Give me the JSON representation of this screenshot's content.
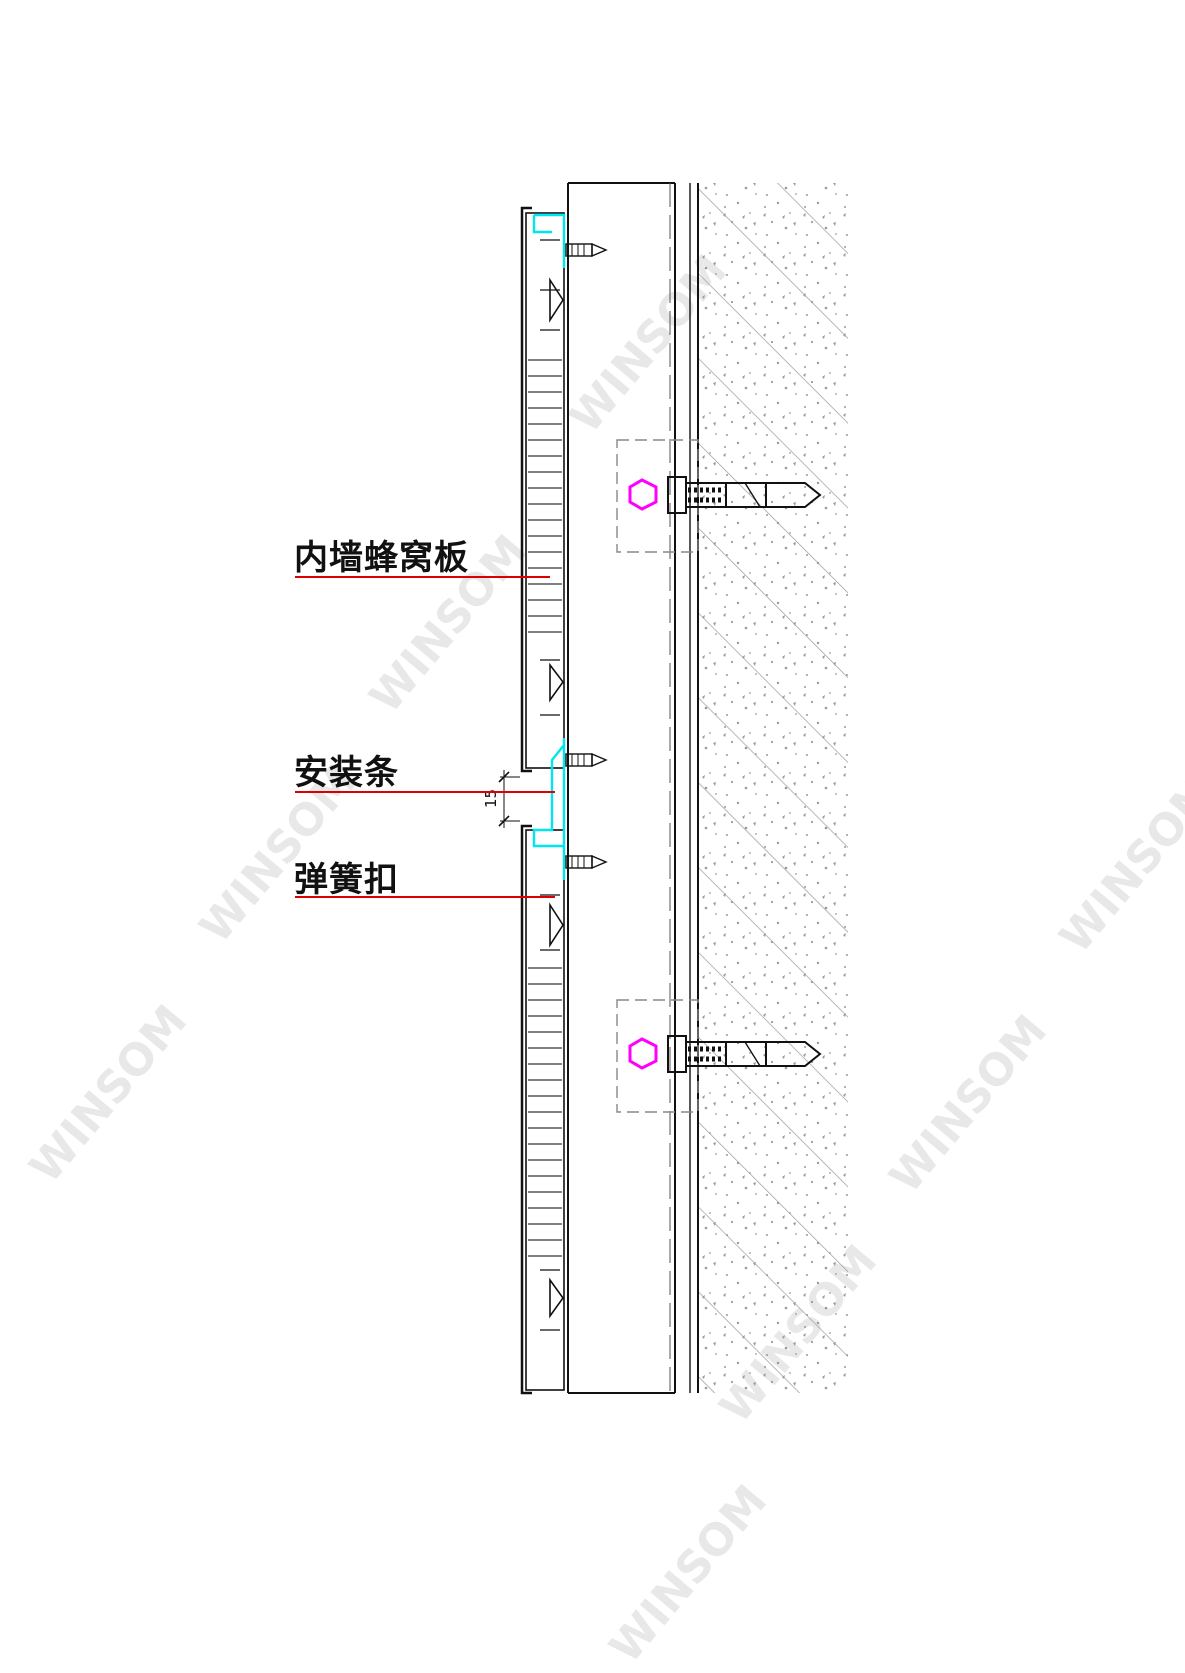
{
  "labels": {
    "honeycomb_panel": "内墙蜂窝板",
    "mounting_strip": "安装条",
    "spring_clip": "弹簧扣"
  },
  "dimension": {
    "gap": "15"
  },
  "watermark": {
    "text": "WINSOM"
  },
  "colors": {
    "line": "#111111",
    "leader": "#dd0000",
    "clip": "#00e5ee",
    "hex_bolt": "#ff00ff",
    "concrete_hatch": "#9a9a9a"
  }
}
